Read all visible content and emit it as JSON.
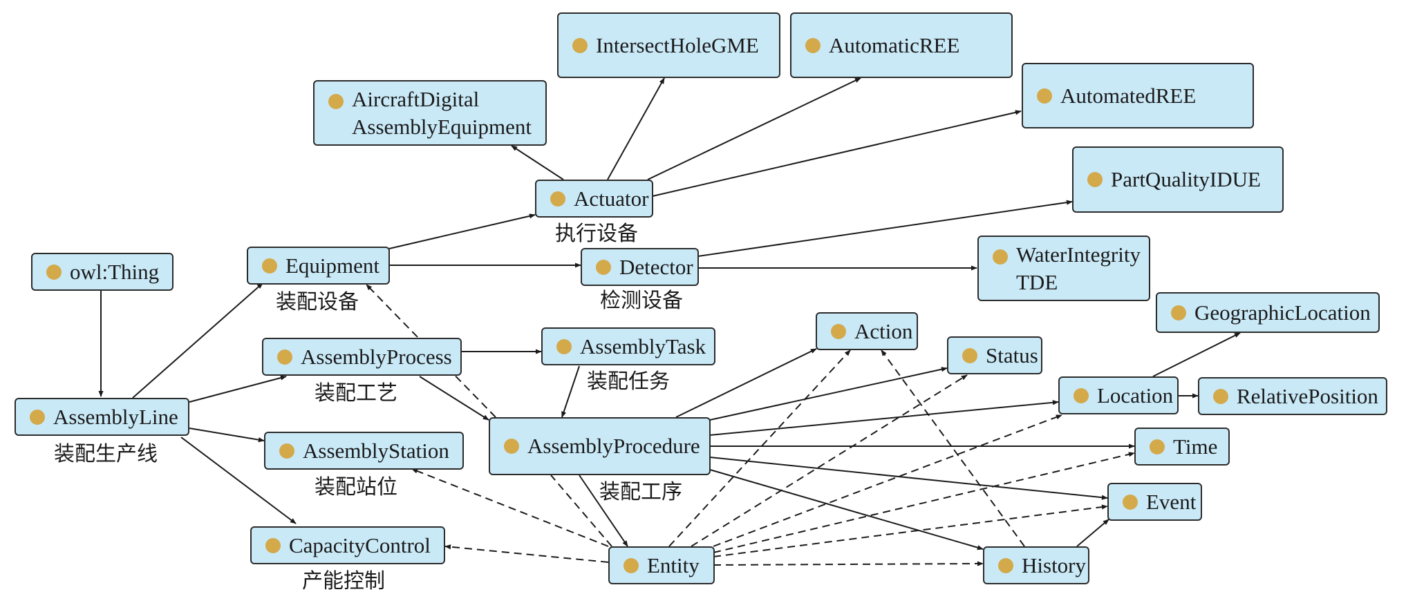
{
  "colors": {
    "node_fill": "#c9e9f7",
    "node_border": "#2b2b2b",
    "dot": "#d3a94a",
    "edge": "#1a1a1a"
  },
  "nodes": {
    "owl_thing": "owl:Thing",
    "assembly_line": "AssemblyLine",
    "equipment": "Equipment",
    "assembly_process": "AssemblyProcess",
    "assembly_station": "AssemblyStation",
    "capacity_control": "CapacityControl",
    "aircraft_digital": "AircraftDigital\nAssemblyEquipment",
    "actuator": "Actuator",
    "detector": "Detector",
    "intersect_hole": "IntersectHoleGME",
    "automatic_ree": "AutomaticREE",
    "automated_ree": "AutomatedREE",
    "part_quality": "PartQualityIDUE",
    "water_integrity": "WaterIntegrity\nTDE",
    "assembly_task": "AssemblyTask",
    "assembly_procedure": "AssemblyProcedure",
    "entity": "Entity",
    "action": "Action",
    "status": "Status",
    "location": "Location",
    "geographic_location": "GeographicLocation",
    "relative_position": "RelativePosition",
    "time": "Time",
    "event": "Event",
    "history": "History"
  },
  "cn_labels": {
    "assembly_line": "装配生产线",
    "equipment": "装配设备",
    "assembly_process": "装配工艺",
    "assembly_station": "装配站位",
    "capacity_control": "产能控制",
    "actuator": "执行设备",
    "detector": "检测设备",
    "assembly_task": "装配任务",
    "assembly_procedure": "装配工序"
  }
}
